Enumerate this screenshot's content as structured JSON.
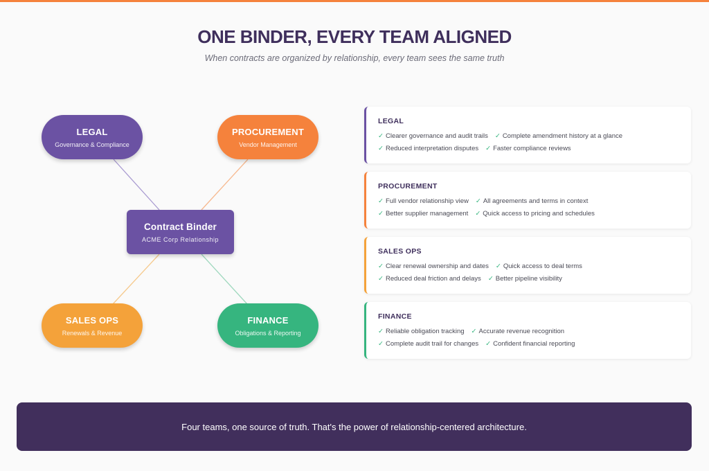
{
  "header": {
    "title": "ONE BINDER, EVERY TEAM ALIGNED",
    "subtitle": "When contracts are organized by relationship, every team sees the same truth"
  },
  "colors": {
    "accent_bar": "#f5823c",
    "legal": "#6b52a3",
    "procurement": "#f5823c",
    "sales_ops": "#f4a23a",
    "finance": "#36b57f",
    "banner": "#412f5c",
    "check": "#36b57f"
  },
  "diagram": {
    "center": {
      "title": "Contract Binder",
      "subtitle": "ACME Corp Relationship"
    },
    "nodes": [
      {
        "title": "LEGAL",
        "subtitle": "Governance & Compliance"
      },
      {
        "title": "PROCUREMENT",
        "subtitle": "Vendor Management"
      },
      {
        "title": "SALES OPS",
        "subtitle": "Renewals & Revenue"
      },
      {
        "title": "FINANCE",
        "subtitle": "Obligations & Reporting"
      }
    ]
  },
  "check_icon": "✓",
  "cards": [
    {
      "title": "LEGAL",
      "items": [
        "Clearer governance and audit trails",
        "Complete amendment history at a glance",
        "Reduced interpretation disputes",
        "Faster compliance reviews"
      ]
    },
    {
      "title": "PROCUREMENT",
      "items": [
        "Full vendor relationship view",
        "All agreements and terms in context",
        "Better supplier management",
        "Quick access to pricing and schedules"
      ]
    },
    {
      "title": "SALES OPS",
      "items": [
        "Clear renewal ownership and dates",
        "Quick access to deal terms",
        "Reduced deal friction and delays",
        "Better pipeline visibility"
      ]
    },
    {
      "title": "FINANCE",
      "items": [
        "Reliable obligation tracking",
        "Accurate revenue recognition",
        "Complete audit trail for changes",
        "Confident financial reporting"
      ]
    }
  ],
  "banner": {
    "text": "Four teams, one source of truth. That's the power of relationship-centered architecture."
  }
}
